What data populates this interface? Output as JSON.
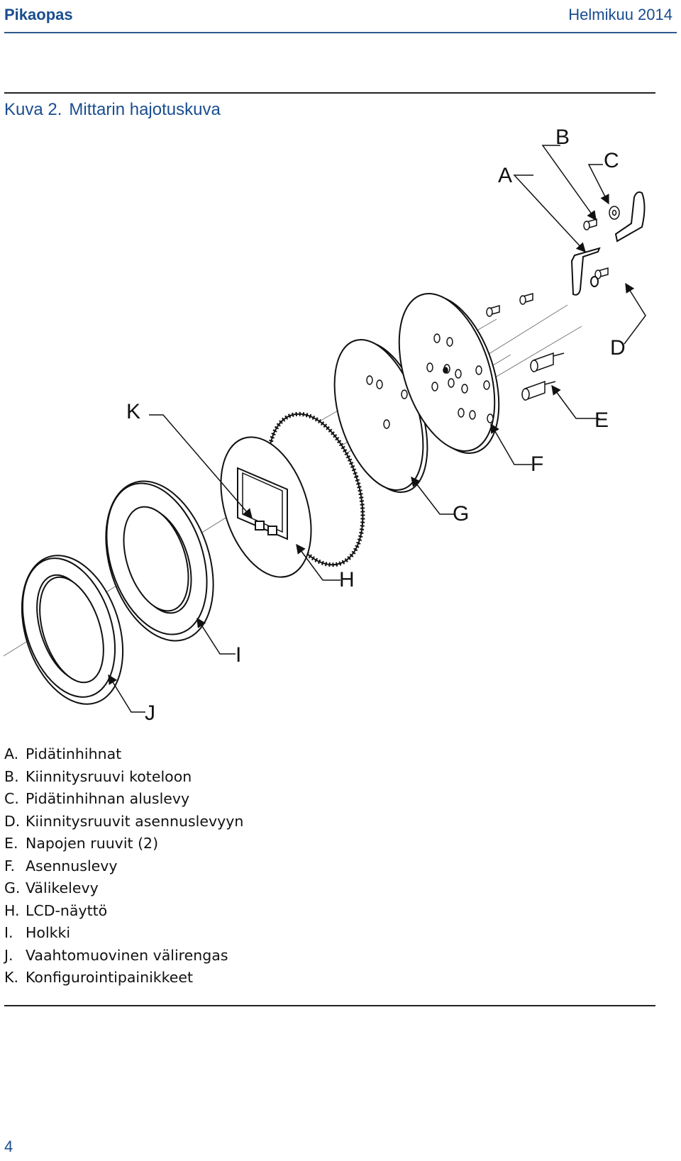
{
  "header": {
    "left": "Pikaopas",
    "right": "Helmikuu 2014"
  },
  "figure": {
    "number": "Kuva 2.",
    "title": "Mittarin hajotuskuva",
    "callouts": [
      "A",
      "B",
      "C",
      "D",
      "E",
      "F",
      "G",
      "H",
      "I",
      "J",
      "K"
    ]
  },
  "legend": [
    {
      "letter": "A.",
      "text": "Pidätinhihnat"
    },
    {
      "letter": "B.",
      "text": "Kiinnitysruuvi koteloon"
    },
    {
      "letter": "C.",
      "text": "Pidätinhihnan aluslevy"
    },
    {
      "letter": "D.",
      "text": "Kiinnitysruuvit asennuslevyyn"
    },
    {
      "letter": "E.",
      "text": "Napojen ruuvit (2)"
    },
    {
      "letter": "F.",
      "text": "Asennuslevy"
    },
    {
      "letter": "G.",
      "text": "Välikelevy"
    },
    {
      "letter": "H.",
      "text": "LCD-näyttö"
    },
    {
      "letter": "I.",
      "text": "Holkki"
    },
    {
      "letter": "J.",
      "text": "Vaahtomuovinen välirengas"
    },
    {
      "letter": "K.",
      "text": "Konfigurointipainikkeet"
    }
  ],
  "footer": {
    "page": "4"
  }
}
